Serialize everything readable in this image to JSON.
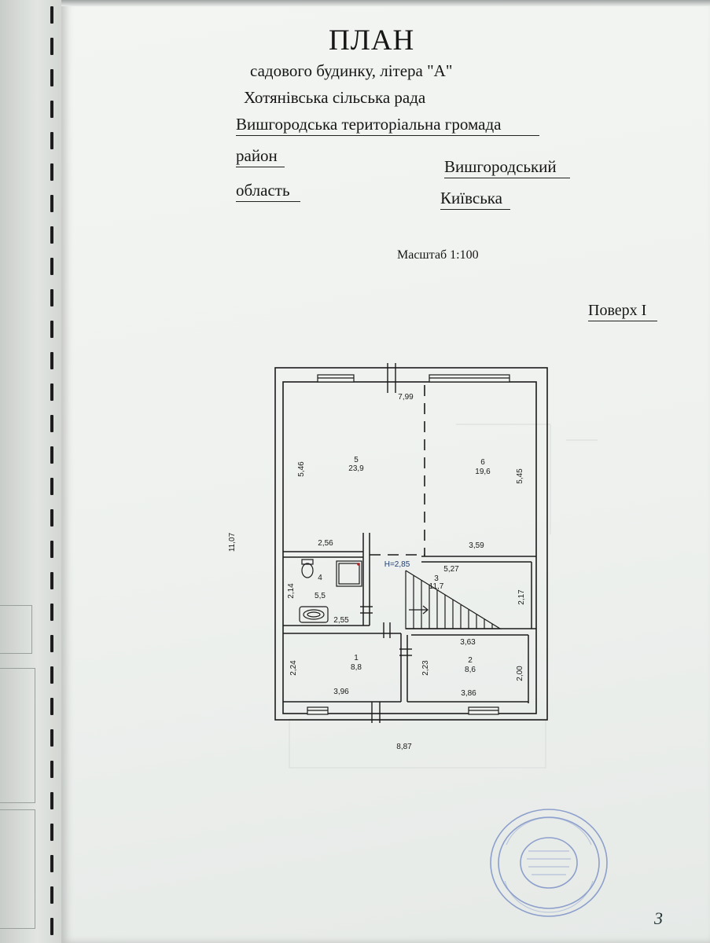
{
  "header": {
    "title": "ПЛАН",
    "subtitle": "садового будинку, літера \"А\"",
    "council": "Хотянівська сільська рада",
    "community": "Вишгородська територіальна громада",
    "district_label": "район",
    "district_value": "Вишгородський",
    "region_label": "область",
    "region_value": "Київська"
  },
  "scale": "Масштаб 1:100",
  "floor": "Поверх I",
  "plan": {
    "overall_width": "8,87",
    "overall_length": "11,07",
    "height_mark": "H=2,85",
    "rooms": [
      {
        "number": "5",
        "area": "23,9",
        "dims": [
          "5,46",
          "2,56",
          "7,99"
        ]
      },
      {
        "number": "6",
        "area": "19,6",
        "dims": [
          "5,45",
          "3,59"
        ]
      },
      {
        "number": "3",
        "area": "11,7",
        "dims": [
          "5,27",
          "2,17",
          "3,63"
        ]
      },
      {
        "number": "4",
        "area": "5,5",
        "dims": [
          "2,14",
          "2,55"
        ]
      },
      {
        "number": "1",
        "area": "8,8",
        "dims": [
          "2,24",
          "3,96"
        ]
      },
      {
        "number": "2",
        "area": "8,6",
        "dims": [
          "2,23",
          "2,00",
          "3,86"
        ]
      }
    ]
  },
  "page_number": "3"
}
